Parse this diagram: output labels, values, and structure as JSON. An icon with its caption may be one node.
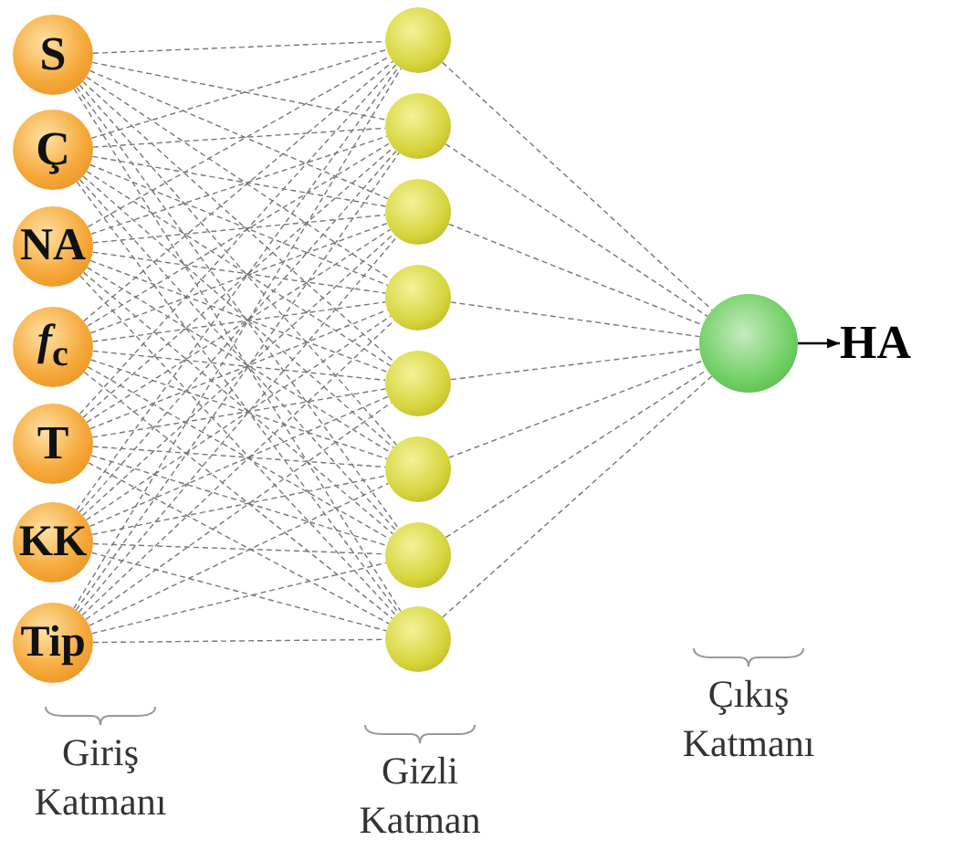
{
  "diagram": {
    "nodes": [
      {
        "text": [
          "S"
        ]
      },
      {
        "text": [
          "Ç"
        ]
      },
      {
        "text": [
          "NA"
        ]
      },
      {
        "text": [
          "*f*$_{c}$"
        ]
      },
      {
        "text": [
          "T"
        ]
      },
      {
        "text": [
          "KK"
        ]
      },
      {
        "text": [
          "Tip"
        ]
      },
      {
        "text": [],
        "shape": "circle"
      },
      {
        "text": [],
        "shape": "circle"
      },
      {
        "text": [],
        "shape": "circle"
      },
      {
        "text": [],
        "shape": "circle"
      },
      {
        "text": [],
        "shape": "circle"
      },
      {
        "text": [],
        "shape": "circle"
      },
      {
        "text": [],
        "shape": "circle"
      },
      {
        "text": [],
        "shape": "circle"
      },
      {
        "text": [],
        "shape": "circle"
      },
      {
        "text": [
          "HA"
        ]
      }
    ],
    "edges": [
      {
        "from": 0,
        "to": 7,
        "arrow": "none",
        "style": "dashed"
      },
      {
        "from": 0,
        "to": 8,
        "arrow": "none",
        "style": "dashed"
      },
      {
        "from": 0,
        "to": 9,
        "arrow": "none",
        "style": "dashed"
      },
      {
        "from": 0,
        "to": 10,
        "arrow": "none",
        "style": "dashed"
      },
      {
        "from": 0,
        "to": 11,
        "arrow": "none",
        "style": "dashed"
      },
      {
        "from": 0,
        "to": 12,
        "arrow": "none",
        "style": "dashed"
      },
      {
        "from": 0,
        "to": 13,
        "arrow": "none",
        "style": "dashed"
      },
      {
        "from": 0,
        "to": 14,
        "arrow": "none",
        "style": "dashed"
      },
      {
        "from": 1,
        "to": 7,
        "arrow": "none",
        "style": "dashed"
      },
      {
        "from": 1,
        "to": 8,
        "arrow": "none",
        "style": "dashed"
      },
      {
        "from": 1,
        "to": 9,
        "arrow": "none",
        "style": "dashed"
      },
      {
        "from": 1,
        "to": 10,
        "arrow": "none",
        "style": "dashed"
      },
      {
        "from": 1,
        "to": 11,
        "arrow": "none",
        "style": "dashed"
      },
      {
        "from": 1,
        "to": 12,
        "arrow": "none",
        "style": "dashed"
      },
      {
        "from": 1,
        "to": 13,
        "arrow": "none",
        "style": "dashed"
      },
      {
        "from": 1,
        "to": 14,
        "arrow": "none",
        "style": "dashed"
      },
      {
        "from": 2,
        "to": 7,
        "arrow": "none",
        "style": "dashed"
      },
      {
        "from": 2,
        "to": 8,
        "arrow": "none",
        "style": "dashed"
      },
      {
        "from": 2,
        "to": 9,
        "arrow": "none",
        "style": "dashed"
      },
      {
        "from": 2,
        "to": 10,
        "arrow": "none",
        "style": "dashed"
      },
      {
        "from": 2,
        "to": 11,
        "arrow": "none",
        "style": "dashed"
      },
      {
        "from": 2,
        "to": 12,
        "arrow": "none",
        "style": "dashed"
      },
      {
        "from": 2,
        "to": 13,
        "arrow": "none",
        "style": "dashed"
      },
      {
        "from": 2,
        "to": 14,
        "arrow": "none",
        "style": "dashed"
      },
      {
        "from": 3,
        "to": 7,
        "arrow": "none",
        "style": "dashed"
      },
      {
        "from": 3,
        "to": 8,
        "arrow": "none",
        "style": "dashed"
      },
      {
        "from": 3,
        "to": 9,
        "arrow": "none",
        "style": "dashed"
      },
      {
        "from": 3,
        "to": 10,
        "arrow": "none",
        "style": "dashed"
      },
      {
        "from": 3,
        "to": 11,
        "arrow": "none",
        "style": "dashed"
      },
      {
        "from": 3,
        "to": 12,
        "arrow": "none",
        "style": "dashed"
      },
      {
        "from": 3,
        "to": 13,
        "arrow": "none",
        "style": "dashed"
      },
      {
        "from": 3,
        "to": 14,
        "arrow": "none",
        "style": "dashed"
      },
      {
        "from": 4,
        "to": 7,
        "arrow": "none",
        "style": "dashed"
      },
      {
        "from": 4,
        "to": 8,
        "arrow": "none",
        "style": "dashed"
      },
      {
        "from": 4,
        "to": 9,
        "arrow": "none",
        "style": "dashed"
      },
      {
        "from": 4,
        "to": 10,
        "arrow": "none",
        "style": "dashed"
      },
      {
        "from": 4,
        "to": 11,
        "arrow": "none",
        "style": "dashed"
      },
      {
        "from": 4,
        "to": 12,
        "arrow": "none",
        "style": "dashed"
      },
      {
        "from": 4,
        "to": 13,
        "arrow": "none",
        "style": "dashed"
      },
      {
        "from": 4,
        "to": 14,
        "arrow": "none",
        "style": "dashed"
      },
      {
        "from": 5,
        "to": 7,
        "arrow": "none",
        "style": "dashed"
      },
      {
        "from": 5,
        "to": 8,
        "arrow": "none",
        "style": "dashed"
      },
      {
        "from": 5,
        "to": 9,
        "arrow": "none",
        "style": "dashed"
      },
      {
        "from": 5,
        "to": 10,
        "arrow": "none",
        "style": "dashed"
      },
      {
        "from": 5,
        "to": 11,
        "arrow": "none",
        "style": "dashed"
      },
      {
        "from": 5,
        "to": 12,
        "arrow": "none",
        "style": "dashed"
      },
      {
        "from": 5,
        "to": 13,
        "arrow": "none",
        "style": "dashed"
      },
      {
        "from": 5,
        "to": 14,
        "arrow": "none",
        "style": "dashed"
      },
      {
        "from": 6,
        "to": 7,
        "arrow": "none",
        "style": "dashed"
      },
      {
        "from": 6,
        "to": 8,
        "arrow": "none",
        "style": "dashed"
      },
      {
        "from": 6,
        "to": 9,
        "arrow": "none",
        "style": "dashed"
      },
      {
        "from": 6,
        "to": 10,
        "arrow": "none",
        "style": "dashed"
      },
      {
        "from": 6,
        "to": 11,
        "arrow": "none",
        "style": "dashed"
      },
      {
        "from": 6,
        "to": 12,
        "arrow": "none",
        "style": "dashed"
      },
      {
        "from": 6,
        "to": 13,
        "arrow": "none",
        "style": "dashed"
      },
      {
        "from": 6,
        "to": 14,
        "arrow": "none",
        "style": "dashed"
      },
      {
        "from": 7,
        "to": 15,
        "arrow": "none",
        "style": "dashed"
      },
      {
        "from": 8,
        "to": 15,
        "arrow": "none",
        "style": "dashed"
      },
      {
        "from": 9,
        "to": 15,
        "arrow": "none",
        "style": "dashed"
      },
      {
        "from": 10,
        "to": 15,
        "arrow": "none",
        "style": "dashed"
      },
      {
        "from": 11,
        "to": 15,
        "arrow": "none",
        "style": "dashed"
      },
      {
        "from": 12,
        "to": 15,
        "arrow": "none",
        "style": "dashed"
      },
      {
        "from": 13,
        "to": 15,
        "arrow": "none",
        "style": "dashed"
      },
      {
        "from": 14,
        "to": 15,
        "arrow": "none",
        "style": "dashed"
      },
      {
        "from": 15,
        "to": 16,
        "arrow": "to",
        "color": "#000000"
      }
    ],
    "labels": [
      "Giriş Katmanı",
      "Gizli Katman",
      "Çıkış Katmanı"
    ]
  }
}
